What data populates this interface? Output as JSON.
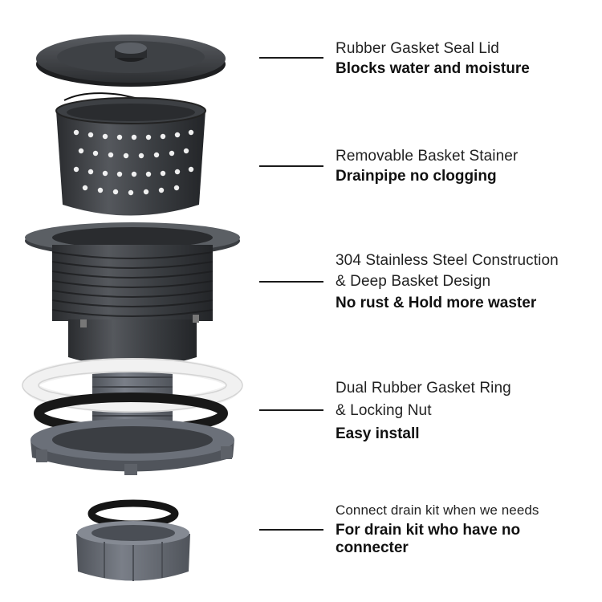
{
  "callouts": [
    {
      "light": [
        "Rubber Gasket Seal Lid"
      ],
      "bold": [
        "Blocks water and moisture"
      ],
      "icon": "rubber-gasket-seal-lid-icon"
    },
    {
      "light": [
        "Removable Basket Stainer"
      ],
      "bold": [
        "Drainpipe no clogging"
      ],
      "icon": "removable-basket-strainer-icon"
    },
    {
      "light": [
        "304 Stainless Steel Construction",
        "& Deep Basket Design"
      ],
      "bold": [
        "No rust & Hold more waster"
      ],
      "icon": "strainer-body-icon"
    },
    {
      "light": [
        "Dual Rubber Gasket Ring",
        "& Locking Nut"
      ],
      "bold": [
        "Easy install"
      ],
      "icon": "gasket-ring-and-locking-nut-icon"
    },
    {
      "light": [
        "Connect drain kit when we needs"
      ],
      "bold": [
        "For drain kit who have no",
        "connecter"
      ],
      "icon": "drain-connector-nut-icon"
    }
  ],
  "colors": {
    "metal_dark": "#2e3033",
    "metal_mid": "#4a4d52",
    "plastic_gray": "#6b7079",
    "gasket_white": "#f2f2f2",
    "rubber_black": "#1a1a1a"
  }
}
